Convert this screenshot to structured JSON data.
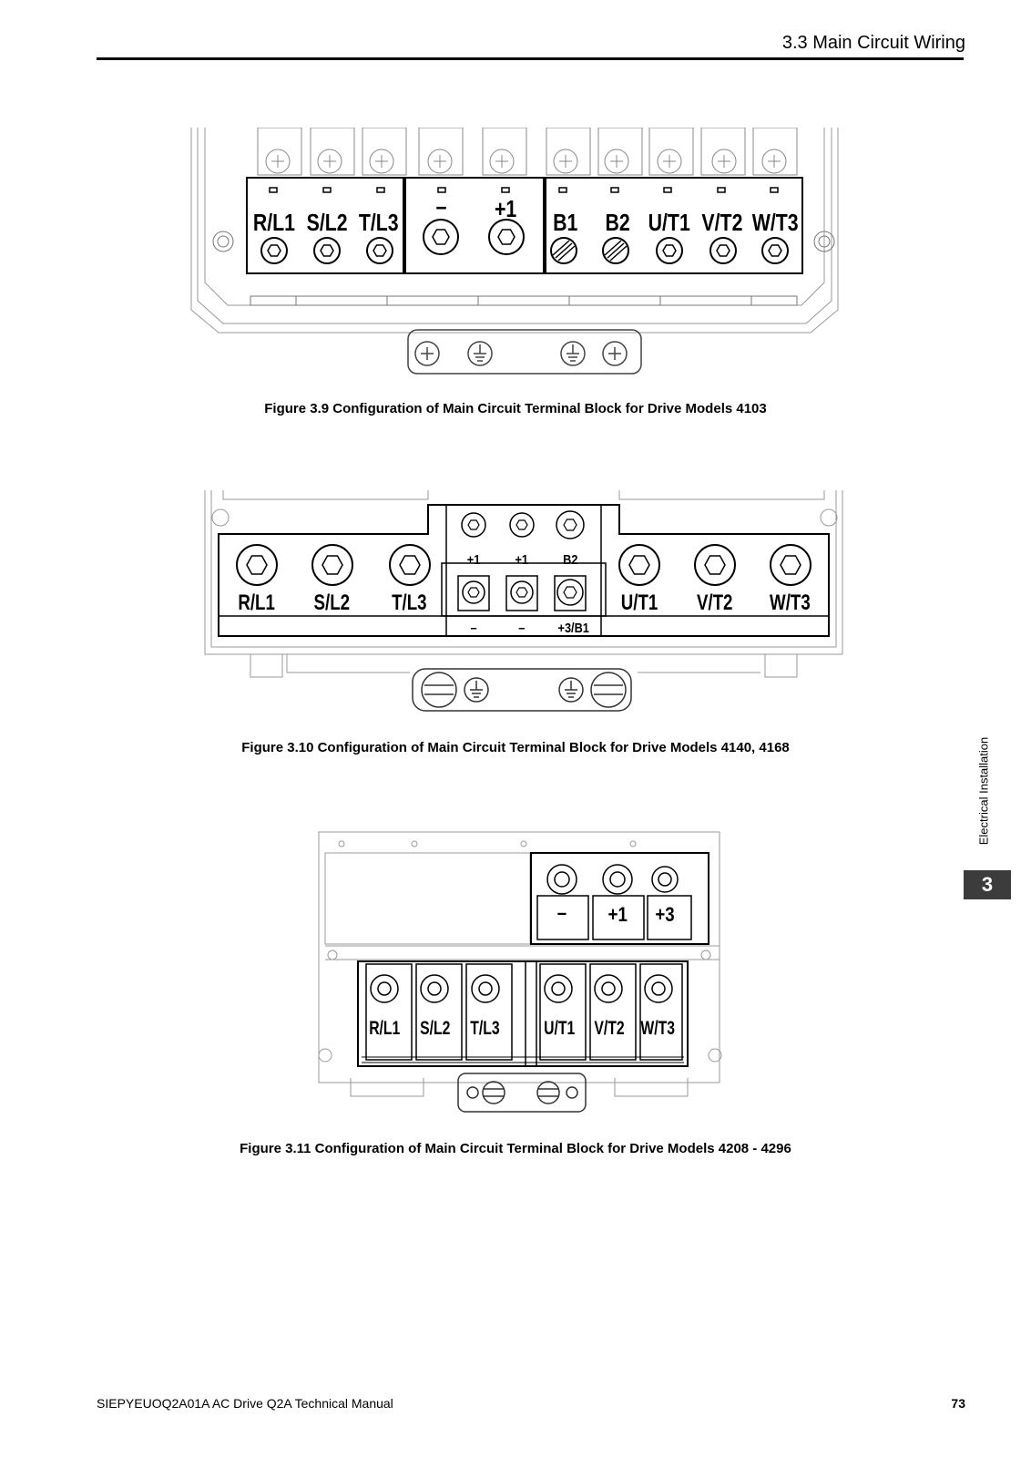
{
  "header": {
    "section_title": "3.3  Main Circuit Wiring"
  },
  "figures": [
    {
      "caption": "Figure 3.9  Configuration of Main Circuit Terminal Block for Drive Models 4103",
      "labels": [
        "R/L1",
        "S/L2",
        "T/L3",
        "–",
        "+1",
        "B1",
        "B2",
        "U/T1",
        "V/T2",
        "W/T3"
      ]
    },
    {
      "caption": "Figure 3.10  Configuration of Main Circuit Terminal Block for Drive Models 4140, 4168",
      "labels": [
        "R/L1",
        "S/L2",
        "T/L3",
        "+1",
        "+1",
        "B2",
        "–",
        "–",
        "+3/B1",
        "U/T1",
        "V/T2",
        "W/T3"
      ]
    },
    {
      "caption": "Figure 3.11  Configuration of Main Circuit Terminal Block for Drive Models 4208 - 4296",
      "labels": [
        "–",
        "+1",
        "+3",
        "R/L1",
        "S/L2",
        "T/L3",
        "U/T1",
        "V/T2",
        "W/T3"
      ]
    }
  ],
  "sidebar": {
    "section_label": "Electrical Installation",
    "chapter_number": "3"
  },
  "footer": {
    "manual_title": "SIEPYEUOQ2A01A AC Drive Q2A Technical Manual",
    "page_number": "73"
  }
}
